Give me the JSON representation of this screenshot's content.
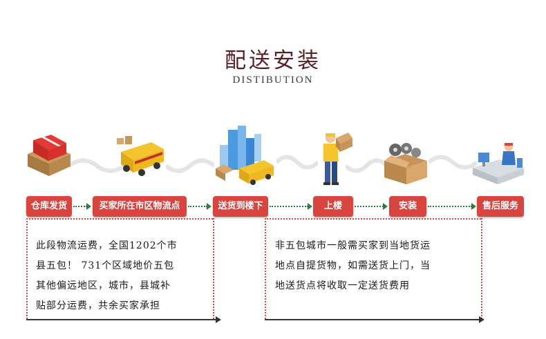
{
  "header": {
    "title": "配送安装",
    "subtitle": "DISTIBUTION"
  },
  "steps": [
    {
      "label": "仓库发货",
      "icon": "red-parcel-box-icon"
    },
    {
      "label": "买家所在市区物流点",
      "icon": "delivery-truck-icon"
    },
    {
      "label": "送货到楼下",
      "icon": "city-buildings-truck-icon"
    },
    {
      "label": "上楼",
      "icon": "worker-carrying-box-icon"
    },
    {
      "label": "安装",
      "icon": "box-with-gears-icon"
    },
    {
      "label": "售后服务",
      "icon": "customer-service-desk-icon"
    }
  ],
  "notes": {
    "left": [
      "此段物流运费，全国1202个市",
      "县五包！ 731个区域地价五包",
      "其他偏远地区，城市，县城补",
      "贴部分运费，共余买家承担"
    ],
    "right": [
      "非五包城市一般需买家到当地货运",
      "地点自提货物，如需送货上门，当",
      "地送货点将收取一定送货费用"
    ]
  },
  "colors": {
    "accent": "#d9443e",
    "title": "#5a1e22",
    "arrow": "#2e7d3a"
  }
}
